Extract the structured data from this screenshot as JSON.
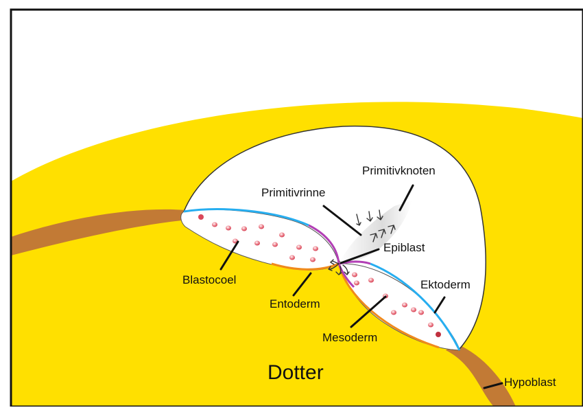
{
  "diagram": {
    "labels": {
      "primitivknoten": "Primitivknoten",
      "primitivrinne": "Primitivrinne",
      "epiblast": "Epiblast",
      "blastocoel": "Blastocoel",
      "entoderm": "Entoderm",
      "ektoderm": "Ektoderm",
      "mesoderm": "Mesoderm",
      "dotter": "Dotter",
      "hypoblast": "Hypoblast"
    },
    "colors": {
      "yolk": "#FFE000",
      "hypoblast": "#C27A35",
      "ectoderm": "#27AEF0",
      "endoderm": "#F08A1C",
      "streak": "#B23FB5",
      "cells": "#E06070",
      "cavity": "#FFFFFF",
      "outline": "#111111"
    }
  }
}
